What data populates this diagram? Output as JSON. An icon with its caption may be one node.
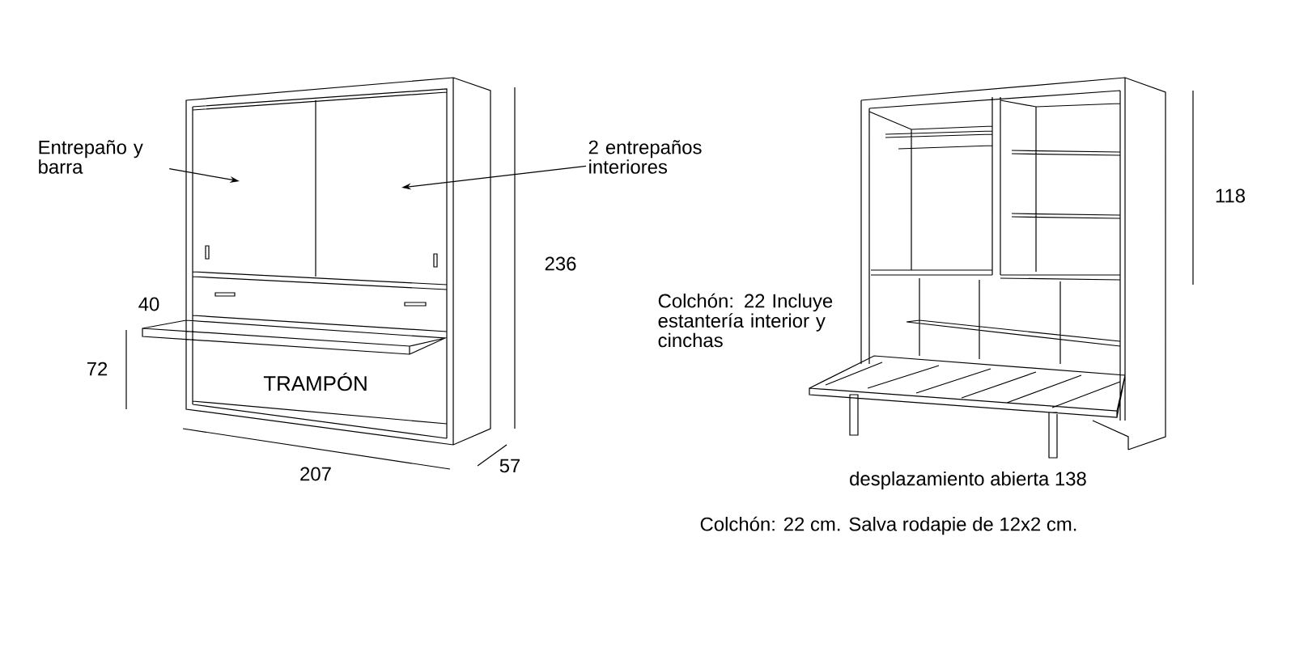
{
  "diagram": {
    "nodes": [
      {
        "text": [
          "Entrepaño y barra"
        ]
      },
      {
        "text": [
          "2 entrepaños interiores"
        ]
      }
    ],
    "edges": [
      {
        "from": 0,
        "to": null,
        "arrow": "to"
      },
      {
        "from": 1,
        "to": null,
        "arrow": "to"
      }
    ],
    "labels": [
      "236",
      "40",
      "72",
      "TRAMPÓN",
      "207",
      "57",
      "118",
      "Colchón: 22 Incluye estantería interior y cinchas",
      "desplazamiento abierta 138",
      "Colchón: 22 cm. Salva rodapie de 12x2 cm."
    ]
  }
}
